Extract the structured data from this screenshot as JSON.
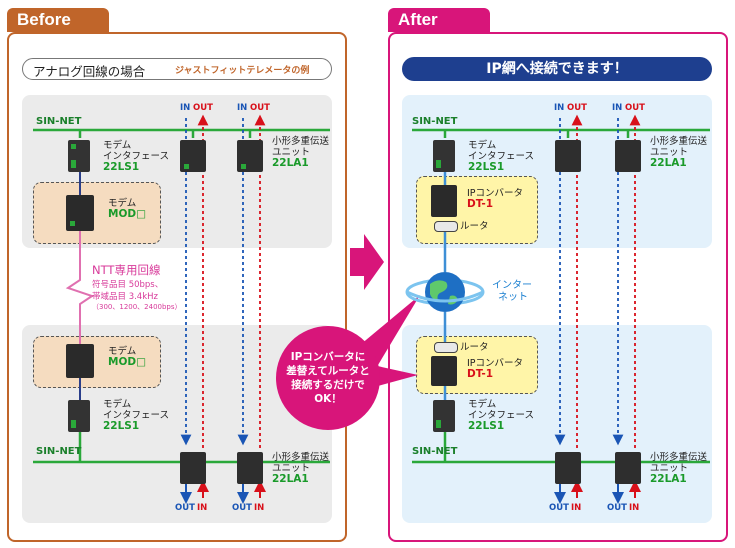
{
  "before": {
    "tab": "Before",
    "subtitle_main": "アナログ回線の場合",
    "subtitle_example": "ジャストフィットテレメータの例",
    "top": {
      "sinnet": "SIN-NET",
      "in": "IN",
      "out": "OUT",
      "in2": "IN",
      "out2": "OUT",
      "modem_if_l1": "モデム",
      "modem_if_l2": "インタフェース",
      "modem_if_model": "22LS1",
      "mux_l1": "小形多重伝送",
      "mux_l2": "ユニット",
      "mux_model": "22LA1",
      "modem_l1": "モデム",
      "modem_model": "MOD□"
    },
    "line": {
      "title": "NTT専用回線",
      "d1": "符号品目 50bps、",
      "d2": "帯域品目 3.4kHz",
      "d3": "（300、1200、2400bps）"
    },
    "bottom": {
      "sinnet": "SIN-NET",
      "in": "IN",
      "out": "OUT",
      "in2": "IN",
      "out2": "OUT",
      "modem_if_l1": "モデム",
      "modem_if_l2": "インタフェース",
      "modem_if_model": "22LS1",
      "mux_l1": "小形多重伝送",
      "mux_l2": "ユニット",
      "mux_model": "22LA1",
      "modem_l1": "モデム",
      "modem_model": "MOD□"
    }
  },
  "after": {
    "tab": "After",
    "banner": "IP網へ接続できます！",
    "top": {
      "sinnet": "SIN-NET",
      "in": "IN",
      "out": "OUT",
      "in2": "IN",
      "out2": "OUT",
      "modem_if_l1": "モデム",
      "modem_if_l2": "インタフェース",
      "modem_if_model": "22LS1",
      "mux_l1": "小形多重伝送",
      "mux_l2": "ユニット",
      "mux_model": "22LA1",
      "ipc_l1": "IPコンバータ",
      "ipc_model": "DT-1",
      "router": "ルータ"
    },
    "internet_l1": "インター",
    "internet_l2": "ネット",
    "bottom": {
      "sinnet": "SIN-NET",
      "in": "IN",
      "out": "OUT",
      "in2": "IN",
      "out2": "OUT",
      "modem_if_l1": "モデム",
      "modem_if_l2": "インタフェース",
      "modem_if_model": "22LS1",
      "mux_l1": "小形多重伝送",
      "mux_l2": "ユニット",
      "mux_model": "22LA1",
      "ipc_l1": "IPコンバータ",
      "ipc_model": "DT-1",
      "router": "ルータ"
    }
  },
  "callout": {
    "l1": "IPコンバータに",
    "l2": "差替えてルータと",
    "l3": "接続するだけで",
    "l4": "OK！"
  },
  "colors": {
    "before": "#c0652a",
    "after": "#d8157a",
    "banner": "#1e3f8f",
    "sinnet_line": "#2aa83a",
    "in_arrow": "#1a55b5",
    "out_arrow": "#d8101a",
    "modem_zone": "#f5dcc0",
    "ipc_zone": "#fff5a8",
    "link_pink": "#e070b0",
    "link_blue": "#3e8fd6"
  }
}
